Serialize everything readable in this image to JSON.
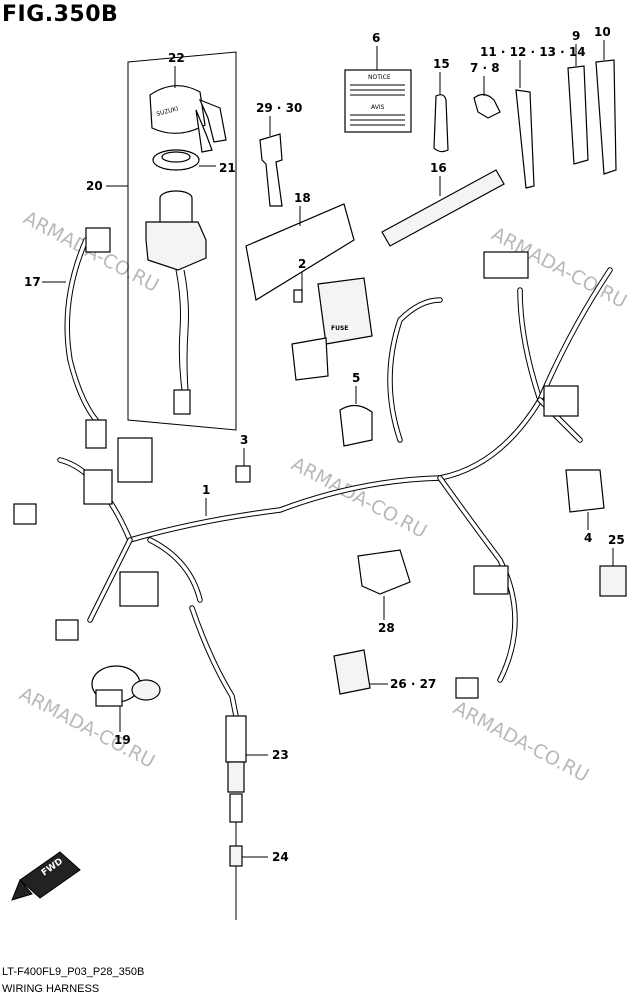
{
  "figure": {
    "title": "FIG.350B",
    "code": "LT-F400FL9_P03_P28_350B",
    "name": "WIRING HARNESS"
  },
  "watermark": "ARMADA-CO.RU",
  "callouts": {
    "c1": "1",
    "c2": "2",
    "c3": "3",
    "c4": "4",
    "c5": "5",
    "c6": "6",
    "c7_8": "7 · 8",
    "c9": "9",
    "c10": "10",
    "c11_14": "11 · 12 · 13 · 14",
    "c15": "15",
    "c16": "16",
    "c17": "17",
    "c18": "18",
    "c19": "19",
    "c20": "20",
    "c21": "21",
    "c22": "22",
    "c23": "23",
    "c24": "24",
    "c25": "25",
    "c26_27": "26 · 27",
    "c28": "28",
    "c29_30": "29 · 30"
  },
  "label_sheet": {
    "top": "NOTICE",
    "bottom": "AVIS"
  },
  "fuse_label": "FUSE",
  "key_brand": "SUZUKI",
  "fwd_label": "FWD"
}
